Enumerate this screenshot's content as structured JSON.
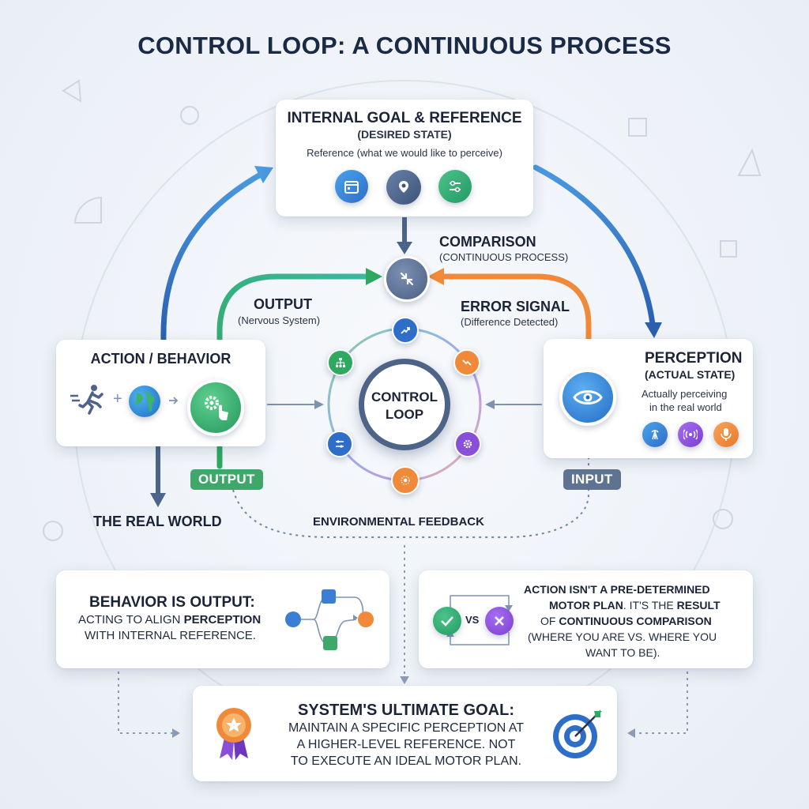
{
  "title": "CONTROL LOOP: A CONTINUOUS PROCESS",
  "goal_card": {
    "heading": "INTERNAL GOAL & REFERENCE",
    "sub": "(DESIRED STATE)",
    "desc": "Reference (what we would like to perceive)",
    "icons": [
      "calendar-icon",
      "location-pin-icon",
      "sliders-icon"
    ]
  },
  "comparison": {
    "heading": "COMPARISON",
    "sub": "(CONTINUOUS PROCESS)"
  },
  "output_label": {
    "heading": "OUTPUT",
    "sub": "(Nervous System)"
  },
  "error_label": {
    "heading": "ERROR SIGNAL",
    "sub": "(Difference Detected)"
  },
  "center_hub": {
    "line1": "CONTROL",
    "line2": "LOOP"
  },
  "action_card": {
    "heading": "ACTION / BEHAVIOR",
    "plus": "+",
    "icons": [
      "running-person-icon",
      "globe-icon",
      "gear-hand-icon"
    ]
  },
  "perception_card": {
    "heading": "PERCEPTION",
    "sub": "(ACTUAL STATE)",
    "desc1": "Actually perceiving",
    "desc2": "in the real world",
    "icons": [
      "eye-icon",
      "signal-icon",
      "broadcast-icon",
      "microphone-icon"
    ]
  },
  "tags": {
    "output": "OUTPUT",
    "input": "INPUT"
  },
  "real_world": "THE REAL WORLD",
  "environmental_feedback": "ENVIRONMENTAL FEEDBACK",
  "behavior_card": {
    "line1": "BEHAVIOR IS OUTPUT:",
    "line2a": "ACTING TO ALIGN ",
    "line2b": "PERCEPTION",
    "line3": "WITH INTERNAL REFERENCE."
  },
  "action_isnt_card": {
    "vs": "VS",
    "line1": "ACTION ISN'T A PRE-DETERMINED",
    "line2a": "MOTOR PLAN",
    "line2b": ". IT'S THE ",
    "line2c": "RESULT",
    "line3a": "OF ",
    "line3b": "CONTINUOUS COMPARISON",
    "line4": "(WHERE YOU ARE VS. WHERE YOU",
    "line5": "WANT TO BE)."
  },
  "ultimate_card": {
    "heading": "SYSTEM'S ULTIMATE GOAL:",
    "line1": "MAINTAIN A SPECIFIC PERCEPTION AT",
    "line2": "A HIGHER-LEVEL REFERENCE. NOT",
    "line3": "TO EXECUTE AN IDEAL MOTOR PLAN.",
    "icons": [
      "award-badge-icon",
      "target-icon"
    ]
  },
  "colors": {
    "blue": "#3b7fd4",
    "green": "#3ea86b",
    "orange": "#f08a3a",
    "purple": "#8a4fd8",
    "steel": "#5d7391"
  }
}
